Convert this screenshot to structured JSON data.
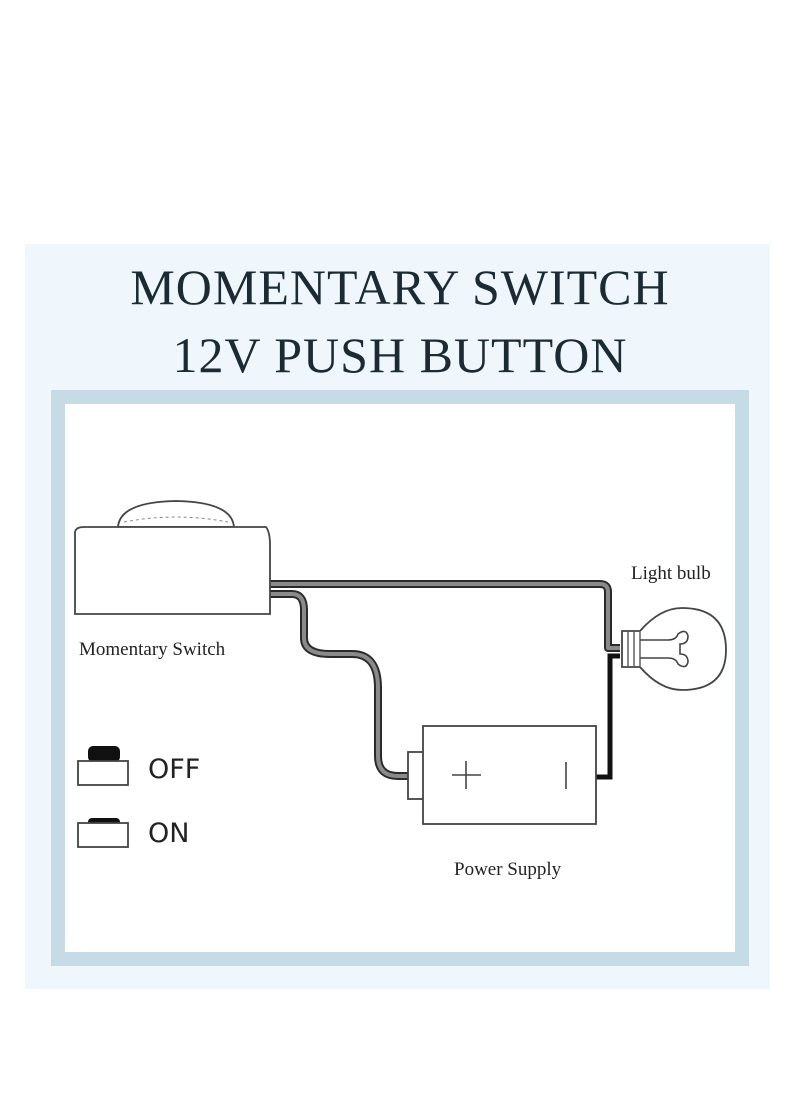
{
  "title": {
    "line1": "MOMENTARY SWITCH",
    "line2": "12V PUSH BUTTON"
  },
  "labels": {
    "switch": "Momentary Switch",
    "bulb": "Light bulb",
    "power": "Power Supply",
    "plus": "+",
    "minus": "|"
  },
  "legend": {
    "off": "OFF",
    "on": "ON"
  },
  "colors": {
    "title": "#1c2b33",
    "panel": "#eff7fc",
    "frame": "#c5dce7",
    "wire_gray": "#6f6f6f",
    "wire_black": "#111111"
  }
}
